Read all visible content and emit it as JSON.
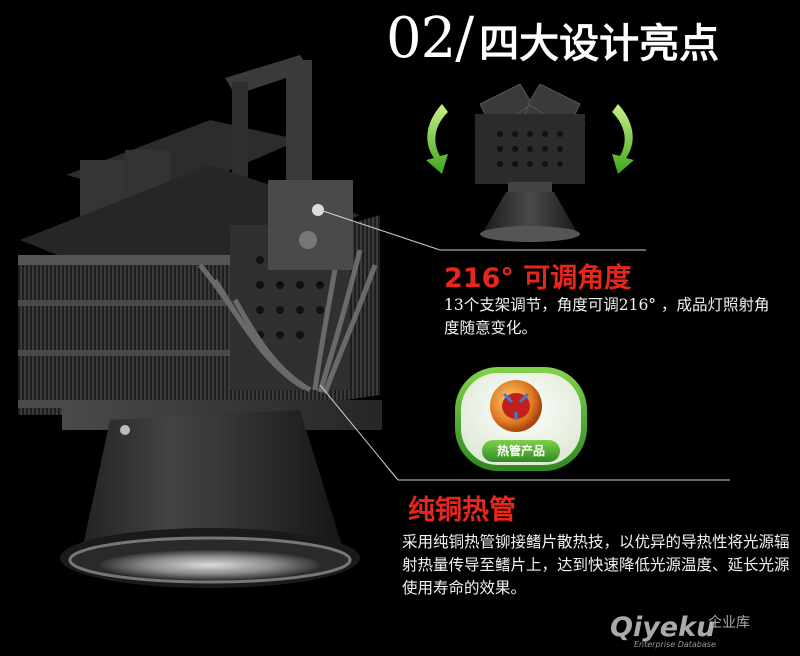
{
  "title": {
    "number": "02/",
    "text": "四大设计亮点"
  },
  "feature_angle": {
    "heading": "216°  可调角度",
    "description": "13个支架调节，角度可调216° ，成品灯照射角度随意变化。"
  },
  "feature_heatpipe": {
    "badge": "热管产品",
    "heading": "纯铜热管",
    "description": "采用纯铜热管铆接鳍片散热技，以优异的导热性将光源辐射热量传导至鳍片上，达到快速降低光源温度、延长光源使用寿命的效果。"
  },
  "watermark": {
    "brand": "Qiyeku",
    "brand_cn": "企业库",
    "sub": "Enterprise Database"
  },
  "colors": {
    "background": "#000000",
    "heading_red": "#e8261c",
    "text": "#f2f2f2",
    "badge_green": "#4aa63a",
    "arrow_green": "#5fbf2f"
  },
  "icons": [
    "rotate-arrow-left-icon",
    "rotate-arrow-right-icon"
  ]
}
